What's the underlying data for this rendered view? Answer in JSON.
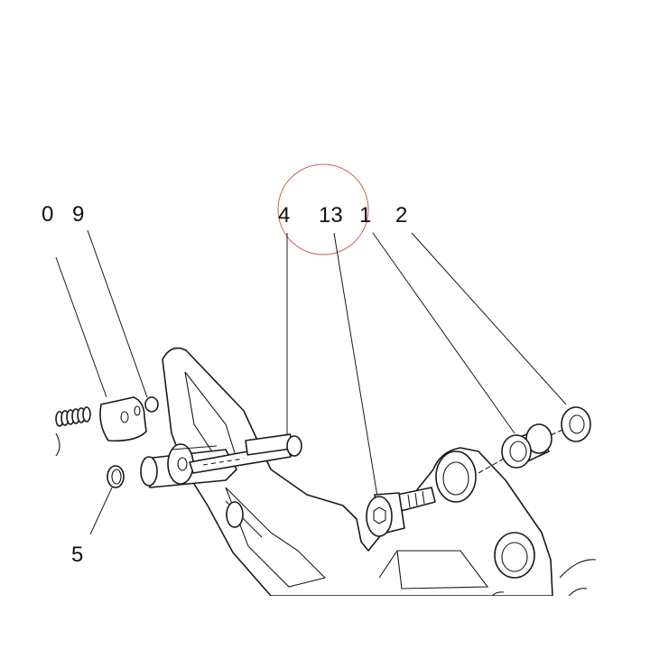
{
  "callouts": {
    "c0": "0",
    "c9": "9",
    "c4": "4",
    "c13": "13",
    "c1": "1",
    "c2": "2",
    "c5": "5"
  },
  "colors": {
    "ink": "#1a1a1a",
    "highlight_ring": "#c0392b"
  }
}
